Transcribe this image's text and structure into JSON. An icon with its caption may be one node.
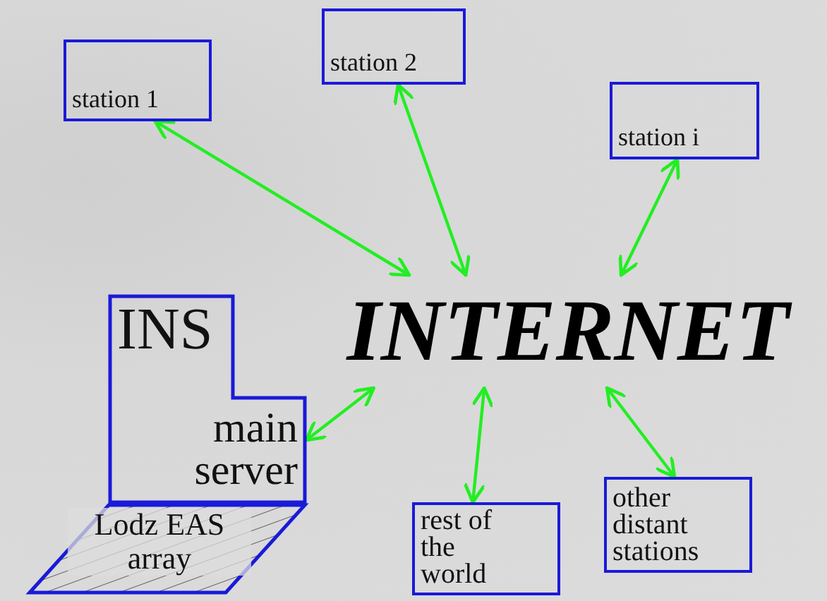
{
  "diagram": {
    "nodes": [
      {
        "text": [
          "station 1"
        ]
      },
      {
        "text": [
          "station 2"
        ]
      },
      {
        "text": [
          "station i"
        ]
      },
      {
        "text": [
          "INS",
          "main server"
        ]
      },
      {
        "text": [
          "INTERNET"
        ]
      },
      {
        "text": [
          "Lodz EAS array"
        ]
      },
      {
        "text": [
          "rest of the world"
        ]
      },
      {
        "text": [
          "other distant stations"
        ]
      }
    ],
    "edges": [
      {
        "from": 4,
        "to": 0,
        "arrow": "both"
      },
      {
        "from": 4,
        "to": 1,
        "arrow": "both"
      },
      {
        "from": 4,
        "to": 2,
        "arrow": "both"
      },
      {
        "from": 4,
        "to": 3,
        "arrow": "both"
      },
      {
        "from": 4,
        "to": 6,
        "arrow": "both"
      },
      {
        "from": 4,
        "to": 7,
        "arrow": "both"
      }
    ]
  }
}
